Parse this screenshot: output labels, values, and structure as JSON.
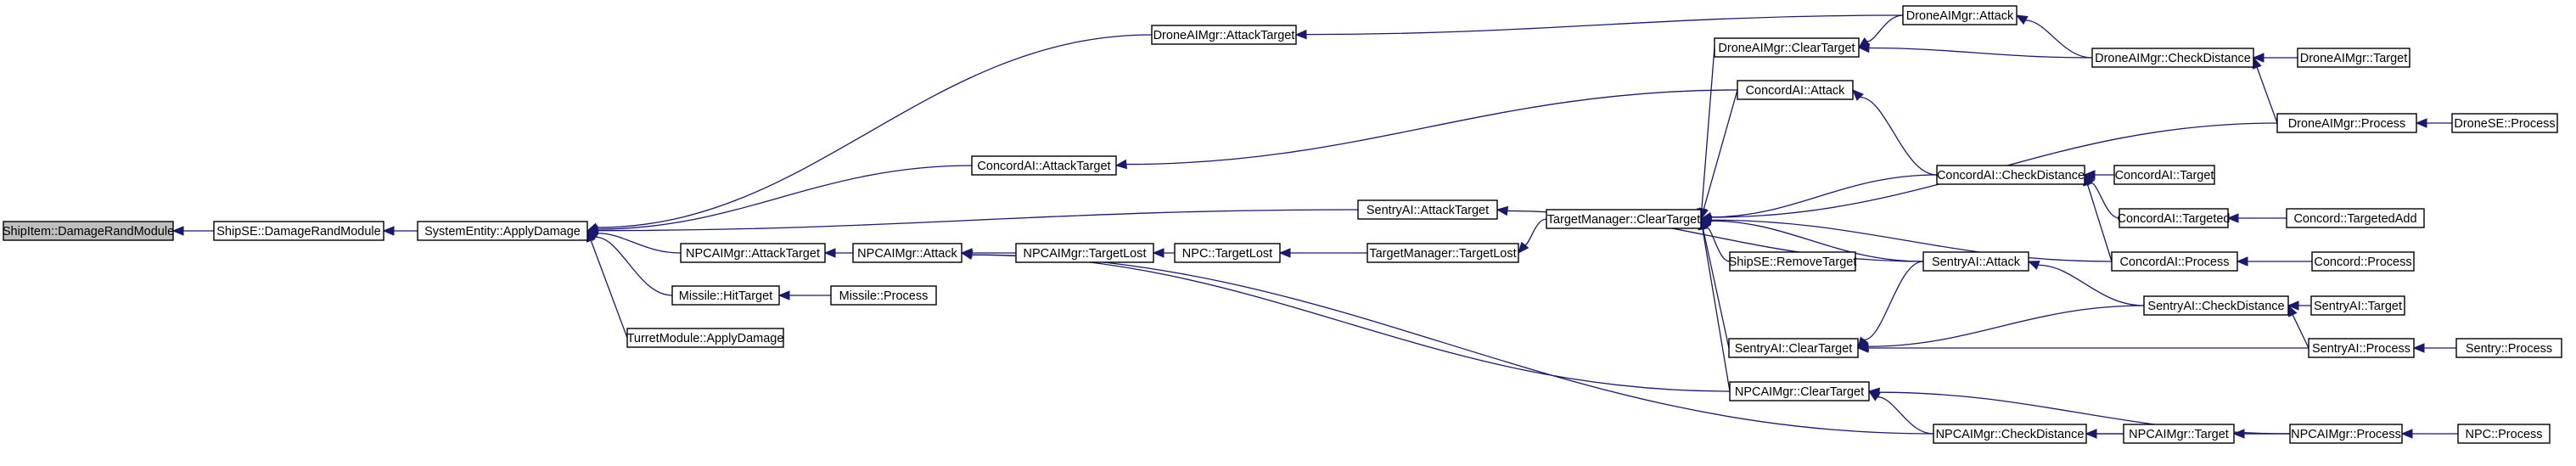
{
  "graph": {
    "nodes": [
      {
        "id": "n0",
        "label": "ShipItem::DamageRandModule",
        "root": true
      },
      {
        "id": "n1",
        "label": "ShipSE::DamageRandModule"
      },
      {
        "id": "n2",
        "label": "SystemEntity::ApplyDamage"
      },
      {
        "id": "n3",
        "label": "DroneAIMgr::AttackTarget"
      },
      {
        "id": "n4",
        "label": "ConcordAI::AttackTarget"
      },
      {
        "id": "n5",
        "label": "SentryAI::AttackTarget"
      },
      {
        "id": "n6",
        "label": "NPCAIMgr::AttackTarget"
      },
      {
        "id": "n7",
        "label": "Missile::HitTarget"
      },
      {
        "id": "n8",
        "label": "TurretModule::ApplyDamage"
      },
      {
        "id": "n9",
        "label": "NPCAIMgr::Attack"
      },
      {
        "id": "n10",
        "label": "Missile::Process"
      },
      {
        "id": "n11",
        "label": "NPCAIMgr::TargetLost"
      },
      {
        "id": "n12",
        "label": "NPC::TargetLost"
      },
      {
        "id": "n13",
        "label": "TargetManager::TargetLost"
      },
      {
        "id": "n14",
        "label": "TargetManager::ClearTarget"
      },
      {
        "id": "n15",
        "label": "DroneAIMgr::ClearTarget"
      },
      {
        "id": "n16",
        "label": "ConcordAI::Attack"
      },
      {
        "id": "n17",
        "label": "ShipSE::RemoveTarget"
      },
      {
        "id": "n18",
        "label": "SentryAI::ClearTarget"
      },
      {
        "id": "n19",
        "label": "NPCAIMgr::ClearTarget"
      },
      {
        "id": "n20",
        "label": "DroneAIMgr::Attack"
      },
      {
        "id": "n21",
        "label": "ConcordAI::CheckDistance"
      },
      {
        "id": "n22",
        "label": "SentryAI::Attack"
      },
      {
        "id": "n23",
        "label": "NPCAIMgr::CheckDistance"
      },
      {
        "id": "n24",
        "label": "DroneAIMgr::CheckDistance"
      },
      {
        "id": "n25",
        "label": "DroneAIMgr::Process"
      },
      {
        "id": "n26",
        "label": "ConcordAI::Process"
      },
      {
        "id": "n27",
        "label": "SentryAI::CheckDistance"
      },
      {
        "id": "n28",
        "label": "SentryAI::Process"
      },
      {
        "id": "n29",
        "label": "NPCAIMgr::Target"
      },
      {
        "id": "n30",
        "label": "NPCAIMgr::Process"
      },
      {
        "id": "n31",
        "label": "ConcordAI::Target"
      },
      {
        "id": "n32",
        "label": "ConcordAI::Targeted"
      },
      {
        "id": "n33",
        "label": "DroneAIMgr::Target"
      },
      {
        "id": "n34",
        "label": "DroneSE::Process"
      },
      {
        "id": "n35",
        "label": "Concord::TargetedAdd"
      },
      {
        "id": "n36",
        "label": "Concord::Process"
      },
      {
        "id": "n37",
        "label": "SentryAI::Target"
      },
      {
        "id": "n38",
        "label": "Sentry::Process"
      },
      {
        "id": "n39",
        "label": "NPC::Process"
      }
    ],
    "edges": [
      {
        "from": "n1",
        "to": "n0"
      },
      {
        "from": "n2",
        "to": "n1"
      },
      {
        "from": "n3",
        "to": "n2"
      },
      {
        "from": "n4",
        "to": "n2"
      },
      {
        "from": "n5",
        "to": "n2"
      },
      {
        "from": "n6",
        "to": "n2"
      },
      {
        "from": "n7",
        "to": "n2"
      },
      {
        "from": "n8",
        "to": "n2"
      },
      {
        "from": "n20",
        "to": "n3"
      },
      {
        "from": "n16",
        "to": "n4"
      },
      {
        "from": "n22",
        "to": "n5"
      },
      {
        "from": "n9",
        "to": "n6"
      },
      {
        "from": "n10",
        "to": "n7"
      },
      {
        "from": "n11",
        "to": "n9"
      },
      {
        "from": "n19",
        "to": "n9"
      },
      {
        "from": "n23",
        "to": "n9"
      },
      {
        "from": "n12",
        "to": "n11"
      },
      {
        "from": "n13",
        "to": "n12"
      },
      {
        "from": "n14",
        "to": "n13"
      },
      {
        "from": "n15",
        "to": "n14"
      },
      {
        "from": "n16",
        "to": "n14"
      },
      {
        "from": "n21",
        "to": "n14"
      },
      {
        "from": "n25",
        "to": "n14"
      },
      {
        "from": "n26",
        "to": "n14"
      },
      {
        "from": "n17",
        "to": "n14"
      },
      {
        "from": "n22",
        "to": "n14"
      },
      {
        "from": "n18",
        "to": "n14"
      },
      {
        "from": "n19",
        "to": "n14"
      },
      {
        "from": "n20",
        "to": "n15"
      },
      {
        "from": "n24",
        "to": "n15"
      },
      {
        "from": "n21",
        "to": "n16"
      },
      {
        "from": "n22",
        "to": "n18"
      },
      {
        "from": "n27",
        "to": "n18"
      },
      {
        "from": "n28",
        "to": "n18"
      },
      {
        "from": "n23",
        "to": "n19"
      },
      {
        "from": "n30",
        "to": "n19"
      },
      {
        "from": "n24",
        "to": "n20"
      },
      {
        "from": "n31",
        "to": "n21"
      },
      {
        "from": "n32",
        "to": "n21"
      },
      {
        "from": "n26",
        "to": "n21"
      },
      {
        "from": "n27",
        "to": "n22"
      },
      {
        "from": "n29",
        "to": "n23"
      },
      {
        "from": "n30",
        "to": "n23"
      },
      {
        "from": "n33",
        "to": "n24"
      },
      {
        "from": "n25",
        "to": "n24"
      },
      {
        "from": "n34",
        "to": "n25"
      },
      {
        "from": "n36",
        "to": "n26"
      },
      {
        "from": "n37",
        "to": "n27"
      },
      {
        "from": "n28",
        "to": "n27"
      },
      {
        "from": "n38",
        "to": "n28"
      },
      {
        "from": "n30",
        "to": "n29"
      },
      {
        "from": "n39",
        "to": "n30"
      },
      {
        "from": "n35",
        "to": "n32"
      }
    ]
  }
}
